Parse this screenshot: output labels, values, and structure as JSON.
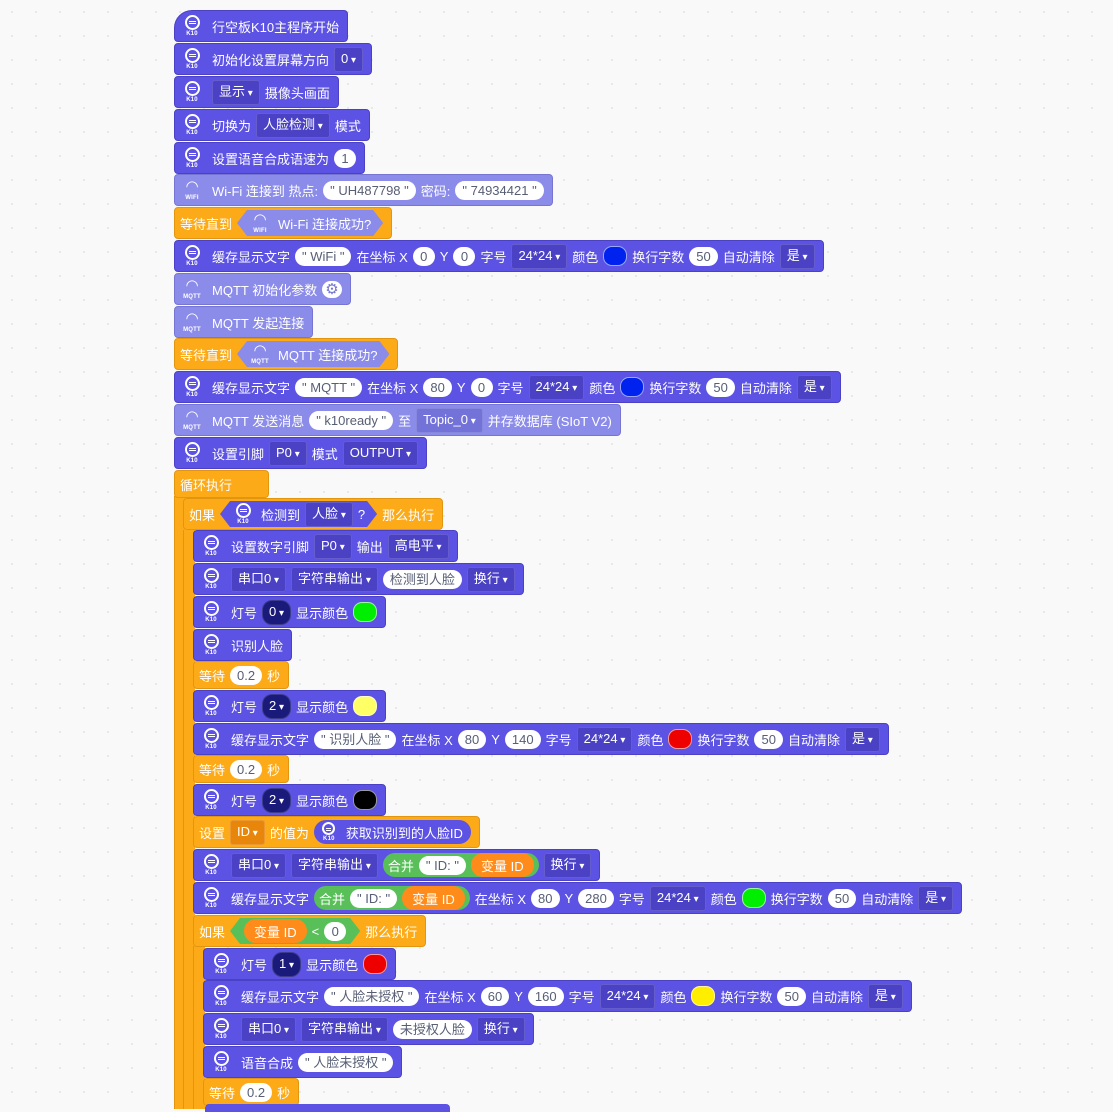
{
  "blocks": {
    "b0": {
      "label": "行空板K10主程序开始"
    },
    "b1": {
      "label": "初始化设置屏幕方向",
      "value": "0"
    },
    "b2": {
      "dd": "显示",
      "label": "摄像头画面"
    },
    "b3": {
      "label": "切换为",
      "dd": "人脸检测",
      "label2": "模式"
    },
    "b4": {
      "label": "设置语音合成语速为",
      "value": "1"
    },
    "b5": {
      "label": "Wi-Fi 连接到 热点:",
      "ssid": "\" UH487798 \"",
      "pwd_label": "密码:",
      "pwd": "\" 74934421 \""
    },
    "b6": {
      "label": "等待直到",
      "inner": "Wi-Fi 连接成功?"
    },
    "b7": {
      "label": "缓存显示文字",
      "text": "\" WiFi \"",
      "x_label": "在坐标 X",
      "x": "0",
      "y_label": "Y",
      "y": "0",
      "size_label": "字号",
      "size": "24*24",
      "color_label": "颜色",
      "color": "#0022ee",
      "wrap_label": "换行字数",
      "wrap": "50",
      "clear_label": "自动清除",
      "clear": "是"
    },
    "b8": {
      "label": "MQTT 初始化参数"
    },
    "b9": {
      "label": "MQTT 发起连接"
    },
    "b10": {
      "label": "等待直到",
      "inner": "MQTT 连接成功?"
    },
    "b11": {
      "label": "缓存显示文字",
      "text": "\" MQTT \"",
      "x_label": "在坐标 X",
      "x": "80",
      "y_label": "Y",
      "y": "0",
      "size_label": "字号",
      "size": "24*24",
      "color_label": "颜色",
      "color": "#0022ee",
      "wrap_label": "换行字数",
      "wrap": "50",
      "clear_label": "自动清除",
      "clear": "是"
    },
    "b12": {
      "label": "MQTT 发送消息",
      "msg": "\" k10ready \"",
      "to_label": "至",
      "topic": "Topic_0",
      "save_label": "并存数据库 (SIoT V2)"
    },
    "b13": {
      "label": "设置引脚",
      "pin": "P0",
      "mode_label": "模式",
      "mode": "OUTPUT"
    },
    "b14": {
      "label": "循环执行"
    },
    "b15": {
      "label": "如果",
      "inner": "检测到",
      "dd": "人脸",
      "q": "?",
      "label2": "那么执行"
    },
    "b16": {
      "label": "设置数字引脚",
      "pin": "P0",
      "out_label": "输出",
      "level": "高电平"
    },
    "b17": {
      "port": "串口0",
      "fmt": "字符串输出",
      "text": "检测到人脸",
      "nl": "换行"
    },
    "b18": {
      "label": "灯号",
      "led": "0",
      "color_label": "显示颜色",
      "color": "#00ee00"
    },
    "b19": {
      "label": "识别人脸"
    },
    "b20": {
      "label": "等待",
      "value": "0.2",
      "unit": "秒"
    },
    "b21": {
      "label": "灯号",
      "led": "2",
      "color_label": "显示颜色",
      "color": "#ffff66"
    },
    "b22": {
      "label": "缓存显示文字",
      "text": "\" 识别人脸 \"",
      "x_label": "在坐标 X",
      "x": "80",
      "y_label": "Y",
      "y": "140",
      "size_label": "字号",
      "size": "24*24",
      "color_label": "颜色",
      "color": "#ee0000",
      "wrap_label": "换行字数",
      "wrap": "50",
      "clear_label": "自动清除",
      "clear": "是"
    },
    "b23": {
      "label": "等待",
      "value": "0.2",
      "unit": "秒"
    },
    "b24": {
      "label": "灯号",
      "led": "2",
      "color_label": "显示颜色",
      "color": "#000000"
    },
    "b25": {
      "label": "设置",
      "var": "ID",
      "label2": "的值为",
      "inner": "获取识别到的人脸ID"
    },
    "b26": {
      "port": "串口0",
      "fmt": "字符串输出",
      "join": "合并",
      "s1": "\" ID: \"",
      "v": "变量 ID",
      "nl": "换行"
    },
    "b27": {
      "label": "缓存显示文字",
      "join": "合并",
      "s1": "\" ID: \"",
      "v": "变量 ID",
      "x_label": "在坐标 X",
      "x": "80",
      "y_label": "Y",
      "y": "280",
      "size_label": "字号",
      "size": "24*24",
      "color_label": "颜色",
      "color": "#00ee00",
      "wrap_label": "换行字数",
      "wrap": "50",
      "clear_label": "自动清除",
      "clear": "是"
    },
    "b28": {
      "label": "如果",
      "v": "变量 ID",
      "op": "<",
      "n": "0",
      "label2": "那么执行"
    },
    "b29": {
      "label": "灯号",
      "led": "1",
      "color_label": "显示颜色",
      "color": "#ee0000"
    },
    "b30": {
      "label": "缓存显示文字",
      "text": "\" 人脸未授权 \"",
      "x_label": "在坐标 X",
      "x": "60",
      "y_label": "Y",
      "y": "160",
      "size_label": "字号",
      "size": "24*24",
      "color_label": "颜色",
      "color": "#ffee00",
      "wrap_label": "换行字数",
      "wrap": "50",
      "clear_label": "自动清除",
      "clear": "是"
    },
    "b31": {
      "port": "串口0",
      "fmt": "字符串输出",
      "text": "未授权人脸",
      "nl": "换行"
    },
    "b32": {
      "label": "语音合成",
      "text": "\" 人脸未授权 \""
    },
    "b33": {
      "label": "等待",
      "value": "0.2",
      "unit": "秒"
    }
  },
  "icons": {
    "k10": "K10",
    "wifi": "WIFI",
    "mqtt": "MQTT"
  },
  "colors": {
    "k10": "#5c52e3",
    "net": "#8b8be9",
    "control": "#fcaa18",
    "operator": "#59c059",
    "variable": "#ff8c1a"
  }
}
